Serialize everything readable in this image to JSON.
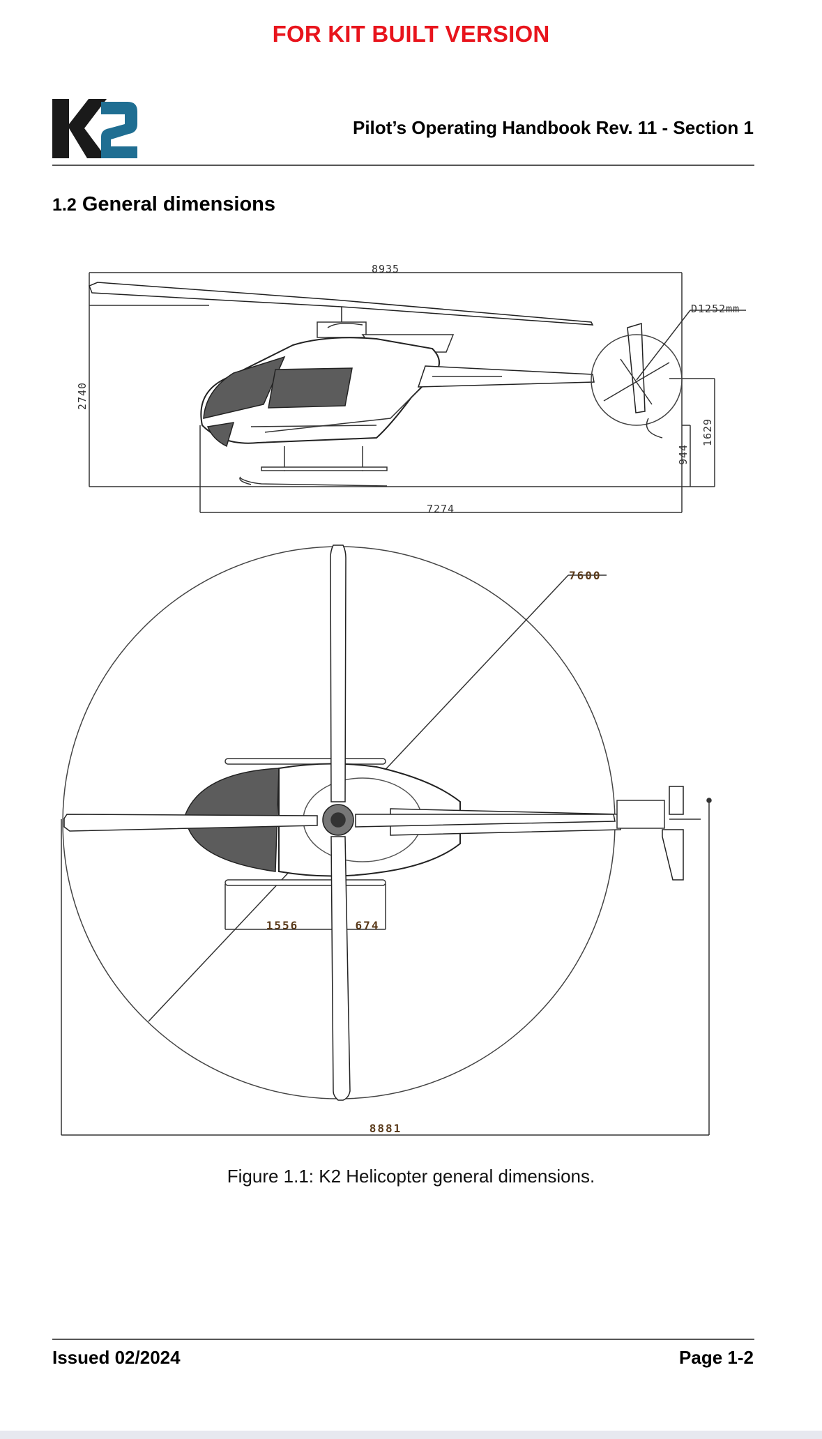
{
  "banner": {
    "text": "FOR KIT BUILT VERSION",
    "color": "#e8141c"
  },
  "logo": {
    "text": "K2",
    "colors": {
      "k": "#1a1a1a",
      "two": "#1f6e92"
    }
  },
  "header": {
    "title": "Pilot’s Operating Handbook Rev. 11 - Section 1"
  },
  "section": {
    "number": "1.2",
    "title": "General dimensions"
  },
  "figure": {
    "dimensions": {
      "overall_length": "8935",
      "tail_rotor_diameter": "D1252mm",
      "height": "2740",
      "tail_height": "1629",
      "tail_offset": "944",
      "fuselage_length": "7274",
      "rotor_diameter": "7600",
      "skid_front": "1556",
      "skid_rear": "674",
      "plan_length": "8881"
    },
    "caption": "Figure 1.1: K2 Helicopter general dimensions."
  },
  "footer": {
    "issued": "Issued 02/2024",
    "page": "Page 1-2"
  }
}
